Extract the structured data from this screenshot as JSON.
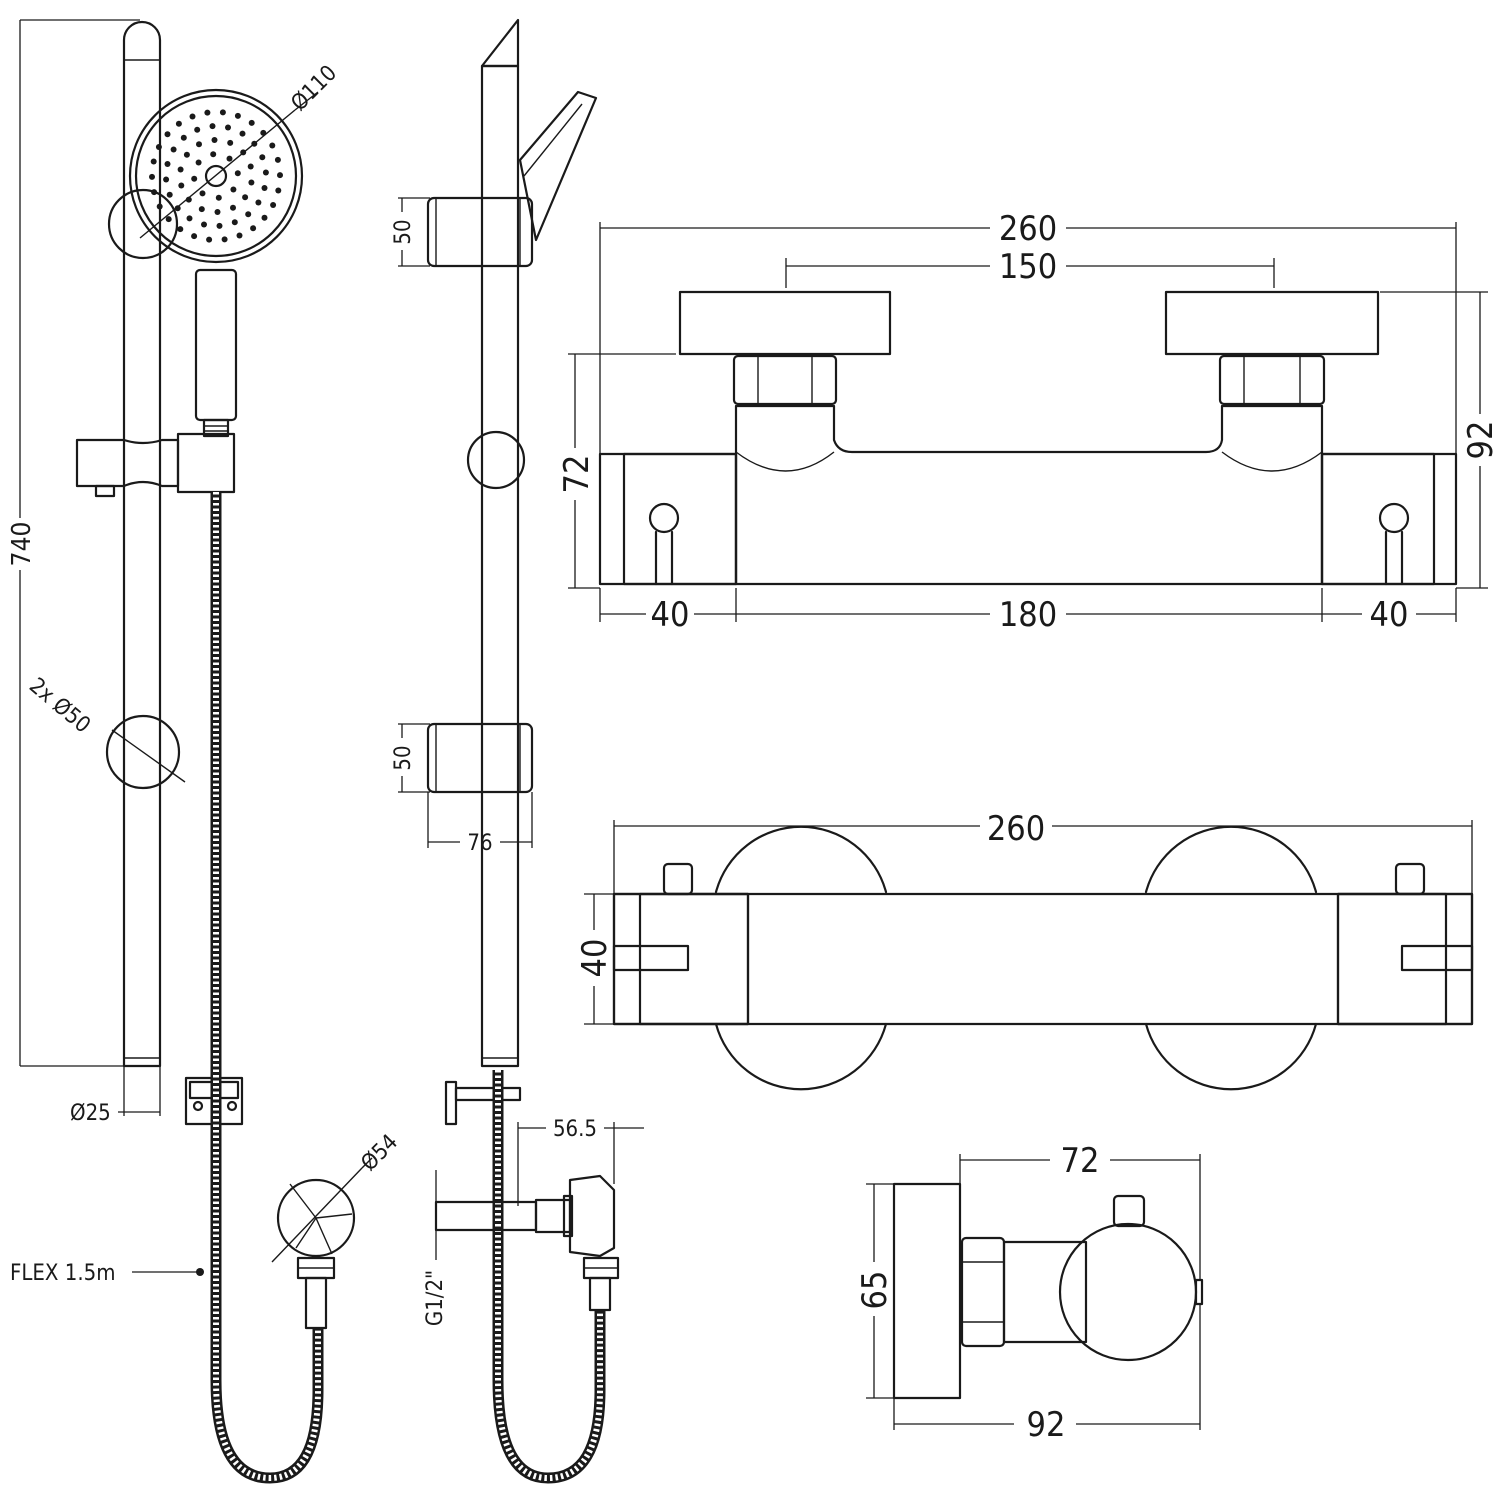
{
  "labels": {
    "rail_height": "740",
    "rail_diameter": "Ø25",
    "head_diameter": "Ø110",
    "bracket_diameter": "2x Ø50",
    "outlet_diameter": "Ø54",
    "flex": "FLEX 1.5m",
    "bracket_upper_height": "50",
    "bracket_lower_height": "50",
    "bracket_projection": "76",
    "outlet_projection": "56.5",
    "thread": "G1/2\"",
    "valve_front_width": "260",
    "valve_front_centres": "150",
    "valve_front_body_height": "72",
    "valve_front_total_height": "92",
    "valve_front_end_left": "40",
    "valve_front_mid": "180",
    "valve_front_end_right": "40",
    "valve_plan_width": "260",
    "valve_plan_depth": "40",
    "valve_side_depth": "72",
    "valve_side_height": "65",
    "valve_side_total": "92"
  }
}
